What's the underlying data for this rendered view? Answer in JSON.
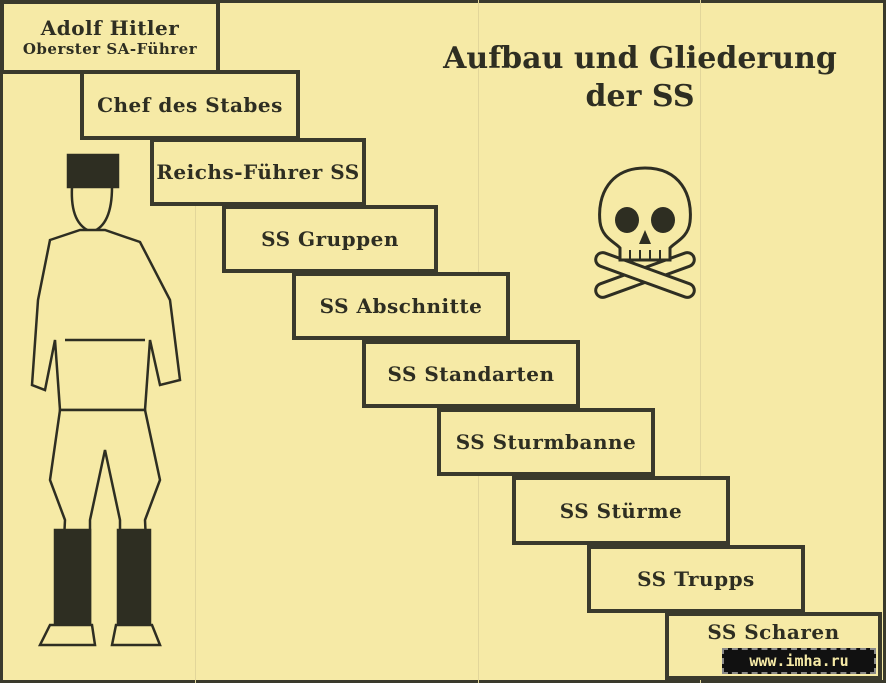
{
  "title": {
    "line1": "Aufbau und Gliederung",
    "line2": "der SS"
  },
  "hierarchy": [
    {
      "label": "Adolf Hitler",
      "sub": "Oberster SA-Führer"
    },
    {
      "label": "Chef des Stabes"
    },
    {
      "label": "Reichs-Führer SS"
    },
    {
      "label": "SS Gruppen"
    },
    {
      "label": "SS Abschnitte"
    },
    {
      "label": "SS Standarten"
    },
    {
      "label": "SS Sturmbanne"
    },
    {
      "label": "SS Stürme"
    },
    {
      "label": "SS Trupps"
    },
    {
      "label": "SS Scharen"
    }
  ],
  "watermark": "www.imha.ru",
  "colors": {
    "paper": "#f6eaa6",
    "ink": "#3a3a2c"
  }
}
